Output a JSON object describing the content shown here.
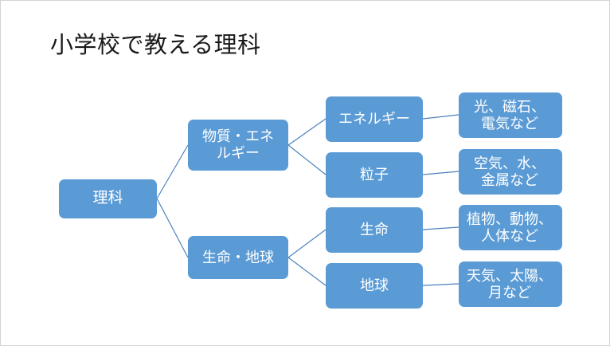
{
  "slide": {
    "title": "小学校で教える理科",
    "background_color": "#FFFFFF",
    "border_color": "#D4D4D4",
    "node_fill_color": "#5B9BD5",
    "node_text_color": "#FFFFFF",
    "connector_color": "#4E81BD",
    "title_color": "#1A1A1A"
  },
  "diagram": {
    "type": "tree",
    "root": {
      "label": "理科"
    },
    "level2": [
      {
        "label": "物質・エネ\nルギー"
      },
      {
        "label": "生命・地球"
      }
    ],
    "level3": [
      {
        "label": "エネルギー"
      },
      {
        "label": "粒子"
      },
      {
        "label": "生命"
      },
      {
        "label": "地球"
      }
    ],
    "level4": [
      {
        "label": "光、磁石、\n電気など"
      },
      {
        "label": "空気、水、\n金属など"
      },
      {
        "label": "植物、動物、\n人体など"
      },
      {
        "label": "天気、太陽、\n月など"
      }
    ]
  }
}
